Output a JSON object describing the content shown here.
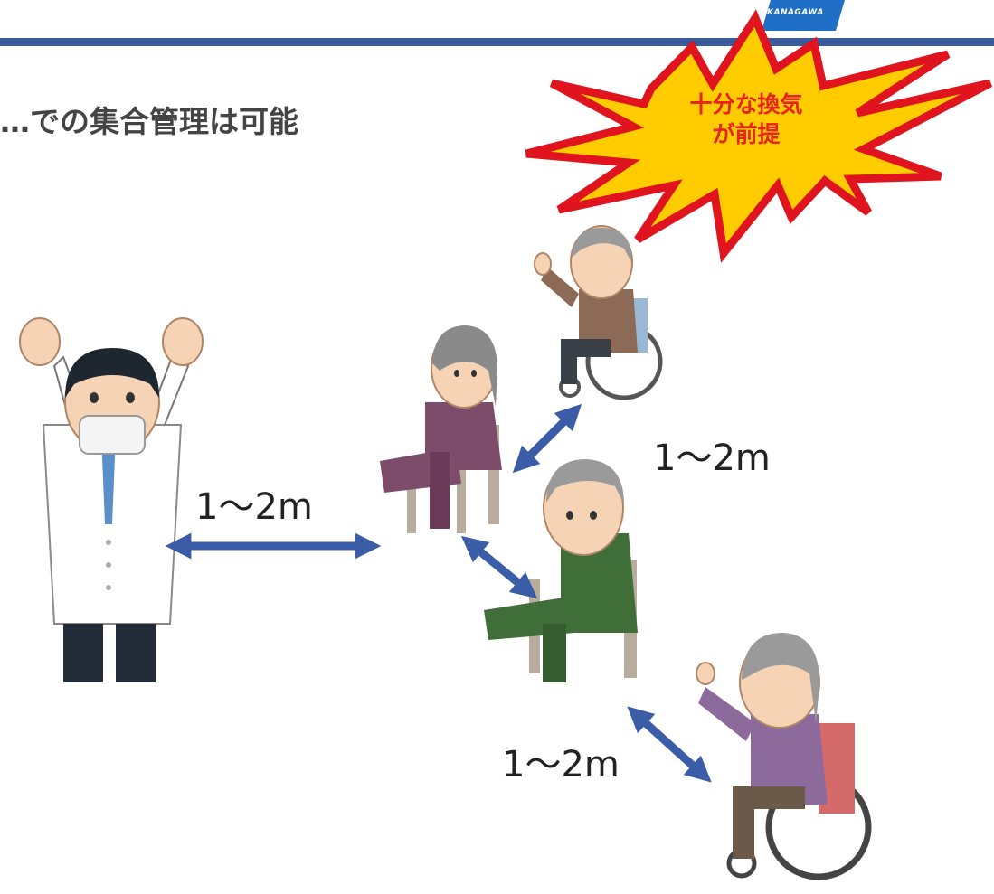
{
  "header": {
    "title_fragment": "…",
    "logo_text": "KANAGAWA"
  },
  "subtitle": "…での集合管理は可能",
  "callout": {
    "line1": "十分な換気",
    "line2": "が前提",
    "fill_color": "#ffcc00",
    "border_color": "#e0141e"
  },
  "distances": [
    {
      "id": "doctor-to-group",
      "label": "1〜2m"
    },
    {
      "id": "chair-to-wheelchair",
      "label": "1〜2m"
    },
    {
      "id": "chair-to-wheelchair-bottom",
      "label": "1〜2m"
    }
  ],
  "colors": {
    "accent_blue": "#3a5c9c",
    "arrow_blue": "#3b5ca6"
  },
  "figures": [
    "doctor-icon",
    "elderly-woman-chair-icon",
    "elderly-man-wheelchair-icon",
    "elderly-man-chair-icon",
    "elderly-woman-wheelchair-icon"
  ]
}
